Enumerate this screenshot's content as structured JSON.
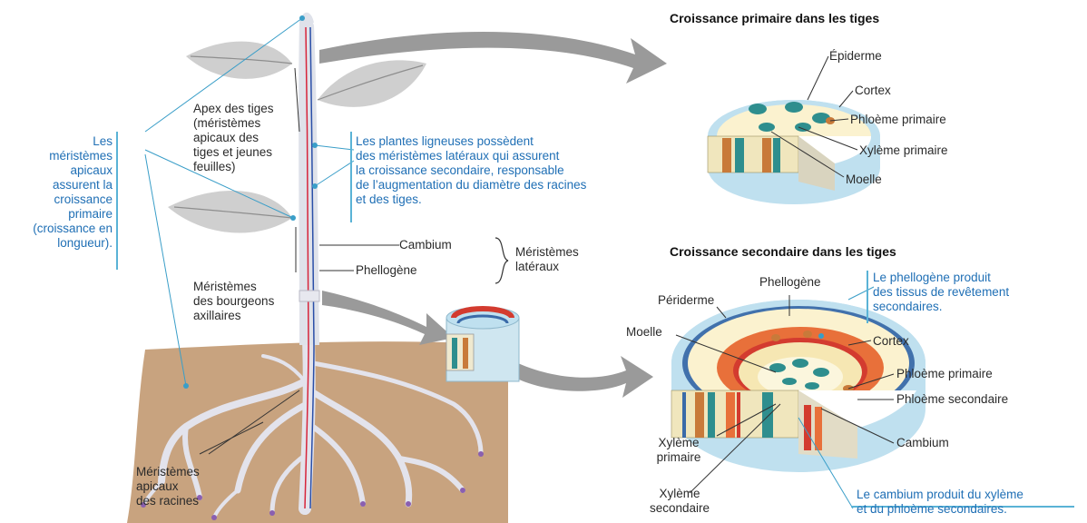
{
  "left_block": {
    "apical_meristems_note": "Les\nméristèmes\napicaux\nassurent la\ncroissance\nprimaire\n(croissance en\nlongueur)."
  },
  "plant": {
    "stem_apex": "Apex des tiges\n(méristèmes\napicaux des\ntiges et jeunes\nfeuilles)",
    "axillary_buds": "Méristèmes\ndes bourgeons\naxillaires",
    "root_apex": "Méristèmes\napicaux\ndes racines",
    "cambium": "Cambium",
    "phellogen": "Phellogène",
    "lateral_meristems": "Méristèmes\nlatéraux",
    "woody_note": "Les plantes ligneuses possèdent\ndes méristèmes latéraux qui assurent\nla croissance secondaire, responsable\nde l’augmentation du diamètre des racines\net des tiges."
  },
  "primary": {
    "title": "Croissance primaire dans les tiges",
    "epidermis": "Épiderme",
    "cortex": "Cortex",
    "primary_phloem": "Phloème primaire",
    "primary_xylem": "Xylème primaire",
    "pith": "Moelle"
  },
  "secondary": {
    "title": "Croissance secondaire dans les tiges",
    "phellogen": "Phellogène",
    "periderm": "Périderme",
    "phellogen_note": "Le phellogène produit\ndes tissus de revêtement\nsecondaires.",
    "pith": "Moelle",
    "cortex": "Cortex",
    "primary_phloem": "Phloème primaire",
    "secondary_phloem": "Phloème secondaire",
    "cambium": "Cambium",
    "primary_xylem": "Xylème\nprimaire",
    "secondary_xylem": "Xylème\nsecondaire",
    "cambium_note": "Le cambium produit du xylème\net du phloème secondaires."
  },
  "colors": {
    "soil": "#c8a37f",
    "root": "#e3e3ec",
    "leaf": "#cfcfcf",
    "leaf_vein": "#8e8e8e",
    "stem": "#dfe2ea",
    "arrow": "#9a9a9a",
    "epidermis": "#bfe0ef",
    "cortex": "#fbf2cf",
    "pith": "#fbf6dd",
    "bundle": "#2e8e8e",
    "phloem": "#c87a3a",
    "secondary_xylem": "#f6e7b3",
    "secondary_phloem": "#e8703a",
    "cambium_ring": "#d33b2f",
    "periderm": "#3a6aa8",
    "pointer": "#3a9ec8",
    "xylem_strand": "#d7243a",
    "phloem_strand": "#2a4fa8"
  }
}
